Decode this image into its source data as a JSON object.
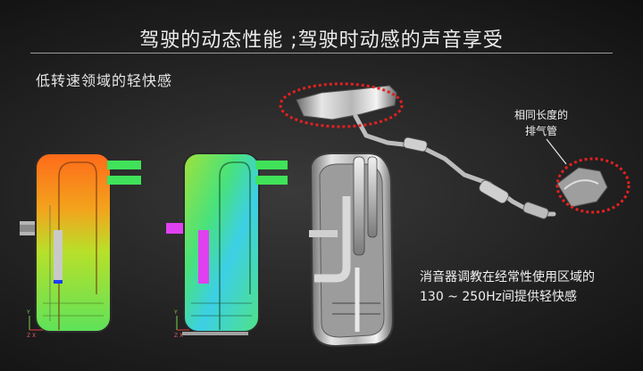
{
  "slide": {
    "title": "驾驶的动态性能 ;驾驶时动感的声音享受",
    "subtitle": "低转速领域的轻快感",
    "exhaust_label_line1": "相同长度的",
    "exhaust_label_line2": "排气管",
    "caption_line1": "消音器调教在经常性使用区域的",
    "caption_line2": "130  ~  250Hz间提供轻快感",
    "axis_y": "Y",
    "axis_x": "Z  X"
  }
}
